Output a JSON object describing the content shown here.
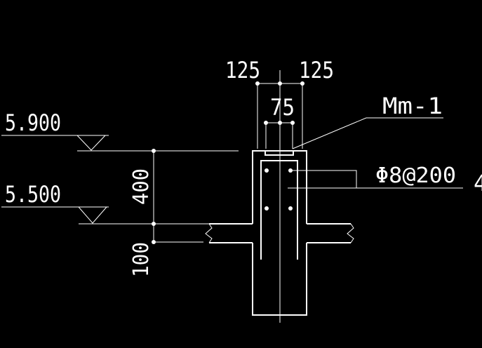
{
  "drawing": {
    "elevations": {
      "upper": "5.900",
      "lower": "5.500"
    },
    "dimensions": {
      "top_left": "125",
      "top_right": "125",
      "middle": "75",
      "height_400": "400",
      "height_100": "100"
    },
    "labels": {
      "embedded_part": "Mm-1",
      "rebar": "Φ8@200"
    },
    "edge_text": "4",
    "colors": {
      "background": "#000000",
      "line": "#ffffff"
    }
  }
}
